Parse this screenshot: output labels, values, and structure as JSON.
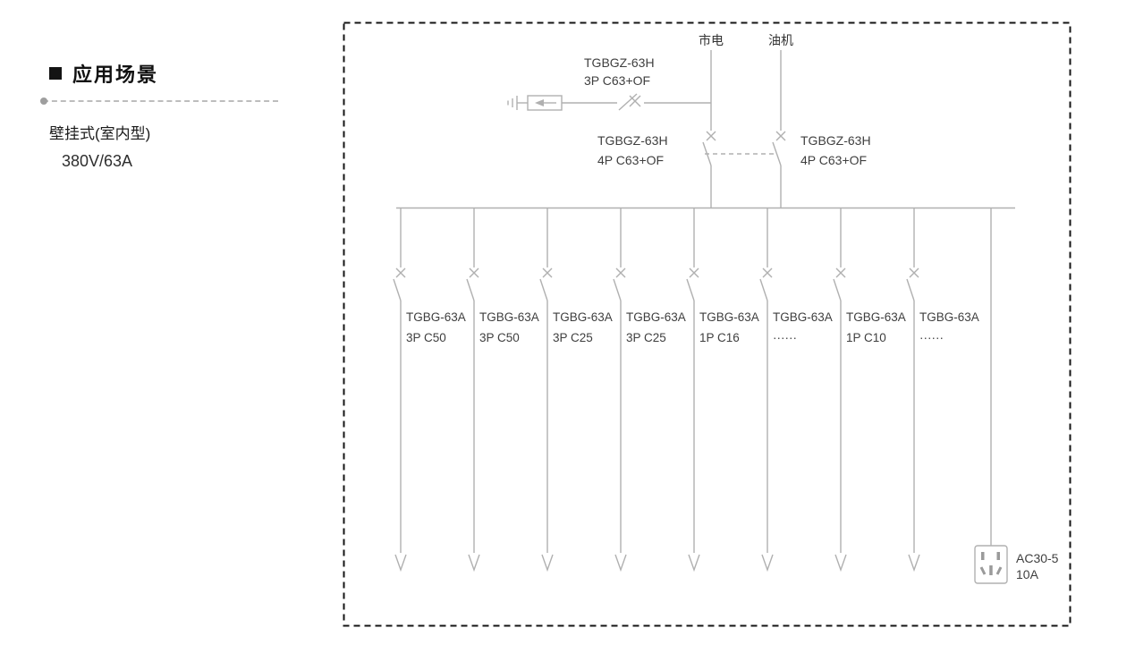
{
  "panel": {
    "title": "应用场景",
    "subtitle": "壁挂式(室内型)",
    "voltage": "380V/63A"
  },
  "diagram": {
    "sources": [
      {
        "label": "市电"
      },
      {
        "label": "油机"
      }
    ],
    "spd_branch": {
      "model": "TGBGZ-63H",
      "rating": "3P C63+OF"
    },
    "main_breaker_left": {
      "model": "TGBGZ-63H",
      "rating": "4P C63+OF"
    },
    "main_breaker_right": {
      "model": "TGBGZ-63H",
      "rating": "4P C63+OF"
    },
    "feeders": [
      {
        "model": "TGBG-63A",
        "rating": "3P C50"
      },
      {
        "model": "TGBG-63A",
        "rating": "3P C50"
      },
      {
        "model": "TGBG-63A",
        "rating": "3P C25"
      },
      {
        "model": "TGBG-63A",
        "rating": "3P C25"
      },
      {
        "model": "TGBG-63A",
        "rating": "1P C16"
      },
      {
        "model": "TGBG-63A",
        "rating": "······"
      },
      {
        "model": "TGBG-63A",
        "rating": "1P C10"
      },
      {
        "model": "TGBG-63A",
        "rating": "······"
      }
    ],
    "socket": {
      "model": "AC30-5",
      "rating": "10A"
    },
    "colors": {
      "line": "#b0b0b0",
      "text": "#3f3f3f",
      "border": "#141414"
    }
  }
}
